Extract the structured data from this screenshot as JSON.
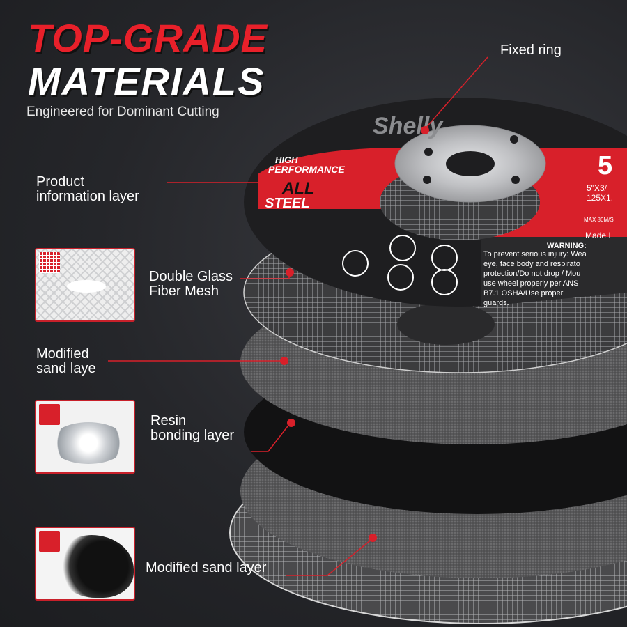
{
  "heading": {
    "line1": "TOP-GRADE",
    "line2": "MATERIALS",
    "subtitle": "Engineered for Dominant Cutting"
  },
  "callouts": {
    "fixed_ring": "Fixed ring",
    "product_info_1": "Product",
    "product_info_2": "information layer",
    "glass_mesh_1": "Double Glass",
    "glass_mesh_2": "Fiber Mesh",
    "mod_sand_1": "Modified",
    "mod_sand_2": "sand laye",
    "resin_1": "Resin",
    "resin_2": "bonding layer",
    "mod_sand_bottom": "Modified sand layer"
  },
  "disc_label": {
    "brand": "Shelly",
    "high": "HIGH",
    "performance": "PERFORMANCE",
    "all": "ALL",
    "steel": "STEEL",
    "size_digit": "5",
    "spec1": "5\"X3/",
    "spec2": "125X1.",
    "max_speed": "MAX 80M/S",
    "made_in": "Made I",
    "warning_title": "WARNING:",
    "warning_lines": [
      "To prevent serious injury: Wea",
      "eye, face body and respirato",
      "protection/Do not drop / Mou",
      "use wheel properly per ANS",
      "B7.1 OSHA/Use proper",
      "guards."
    ]
  },
  "colors": {
    "accent_red": "#e8202a",
    "disc_dark": "#1e1e20",
    "sand_gray": "#5a5a5c",
    "ring_silver": "#c9cacc"
  },
  "icons": [
    "mesh-badge-icon",
    "resin-badge-icon",
    "sand-badge-icon",
    "goggles-icon",
    "face-mask-icon",
    "ear-muff-icon",
    "gloves-icon",
    "worker-icon"
  ]
}
